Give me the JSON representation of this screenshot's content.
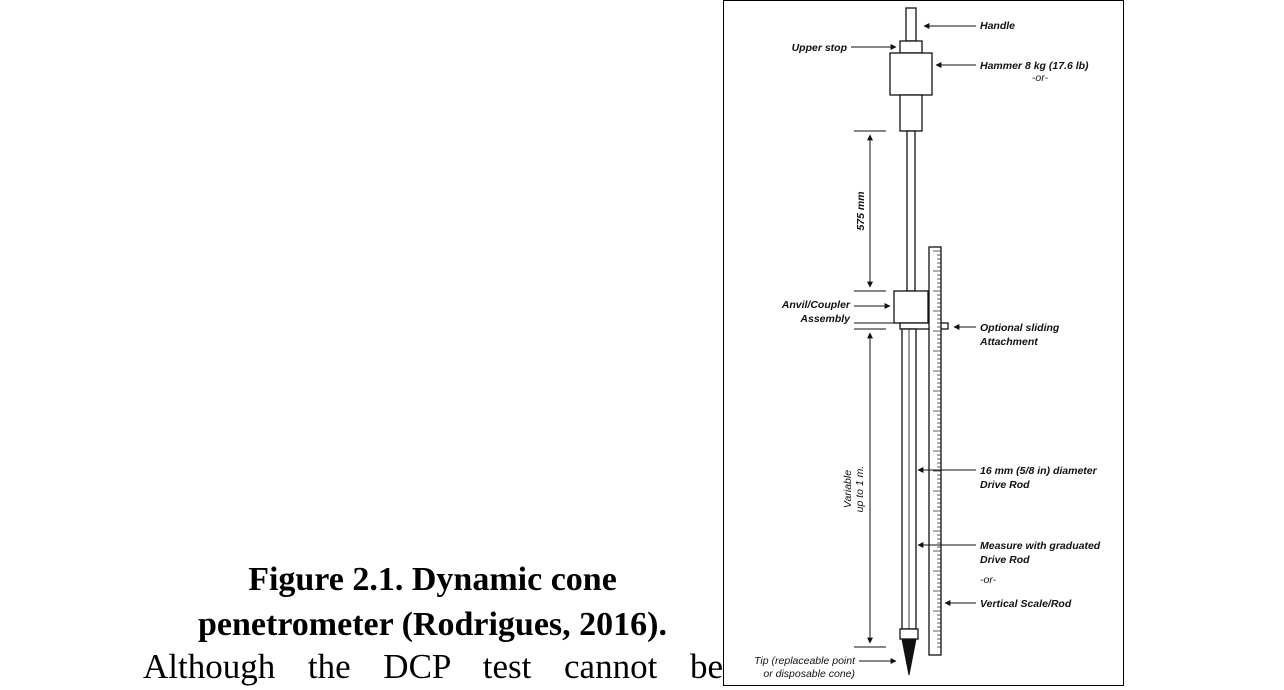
{
  "caption": {
    "line1": "Figure 2.1. Dynamic cone",
    "line2": "penetrometer (Rodrigues, 2016)."
  },
  "body_text": "Although the DCP test cannot be",
  "diagram": {
    "labels": {
      "handle": "Handle",
      "upper_stop": "Upper stop",
      "hammer": "Hammer 8 kg (17.6 lb)",
      "or_1": "-or-",
      "dim_575": "575 mm",
      "anvil_1": "Anvil/Coupler",
      "anvil_2": "Assembly",
      "sliding_1": "Optional sliding",
      "sliding_2": "Attachment",
      "variable_1": "Variable",
      "variable_2": "up to 1 m.",
      "drive_rod_1": "16 mm (5/8 in) diameter",
      "drive_rod_2": "Drive Rod",
      "measure_1": "Measure with graduated",
      "measure_2": "Drive Rod",
      "or_2": "-or-",
      "vertical_scale": "Vertical Scale/Rod",
      "tip_1": "Tip (replaceable point",
      "tip_2": "or disposable cone)"
    }
  }
}
